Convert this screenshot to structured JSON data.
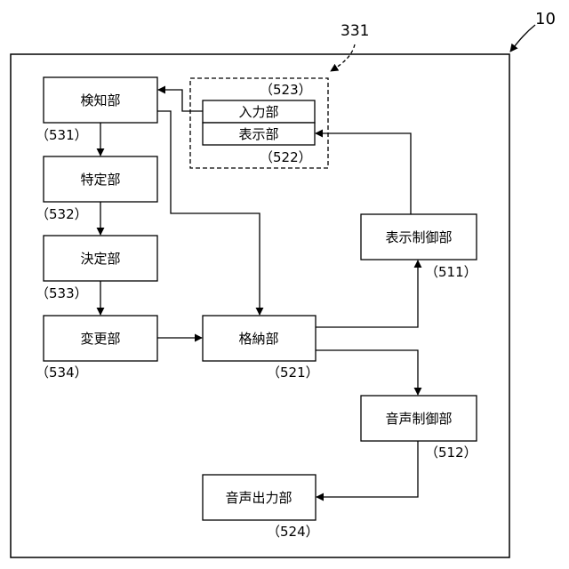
{
  "device": {
    "ref_number": "10",
    "pointer_ref": "331"
  },
  "blocks": {
    "detection": {
      "label": "検知部",
      "ref": "（531）"
    },
    "identification": {
      "label": "特定部",
      "ref": "（532）"
    },
    "determination": {
      "label": "決定部",
      "ref": "（533）"
    },
    "change": {
      "label": "変更部",
      "ref": "（534）"
    },
    "storage": {
      "label": "格納部",
      "ref": "（521）"
    },
    "input": {
      "label": "入力部",
      "ref": "（523）"
    },
    "display": {
      "label": "表示部",
      "ref": "（522）"
    },
    "display_control": {
      "label": "表示制御部",
      "ref": "（511）"
    },
    "audio_control": {
      "label": "音声制御部",
      "ref": "（512）"
    },
    "audio_output": {
      "label": "音声出力部",
      "ref": "（524）"
    }
  }
}
